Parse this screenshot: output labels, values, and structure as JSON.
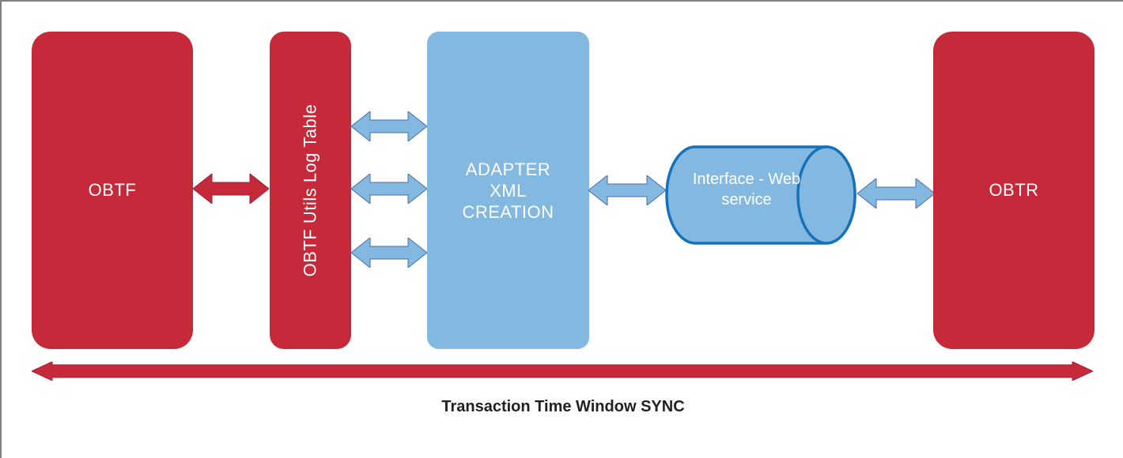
{
  "theme": {
    "red": "#C5293A",
    "blue": "#83B8E1",
    "cylinder-stroke": "#1572B8",
    "arrow-blue-edge": "#4A6DA8",
    "arrow-red-edge": "#A21F31",
    "text-dark": "#212121",
    "canvas-border": "#808080"
  },
  "nodes": {
    "obtf": {
      "label": "OBTF"
    },
    "obtf_utils_log_table": {
      "label": "OBTF Utils Log Table"
    },
    "adapter": {
      "lines": [
        "ADAPTER",
        "XML",
        "CREATION"
      ]
    },
    "interface_web_service": {
      "label": "Interface - Web service"
    },
    "obtr": {
      "label": "OBTR"
    }
  },
  "caption": "Transaction Time Window SYNC"
}
